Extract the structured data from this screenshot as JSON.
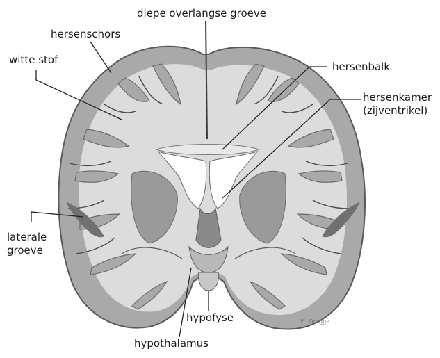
{
  "labels": {
    "fissure": "diepe overlangse groeve",
    "cortex": "hersenschors",
    "white_matter": "witte stof",
    "corpus_callosum": "hersenbalk",
    "ventricle_line1": "hersenkamer",
    "ventricle_line2": "(zijventrikel)",
    "lateral_line1": "laterale",
    "lateral_line2": "groeve",
    "pituitary": "hypofyse",
    "hypothalamus": "hypothalamus"
  },
  "signature": "H. Dragge",
  "colors": {
    "cortex_gray": "#a9a9a9",
    "white_matter": "#dcdcdc",
    "ventricle": "#ffffff",
    "outline": "#5a5a5a",
    "deep_gray": "#8f8f8f",
    "leader_line": "#222222"
  }
}
